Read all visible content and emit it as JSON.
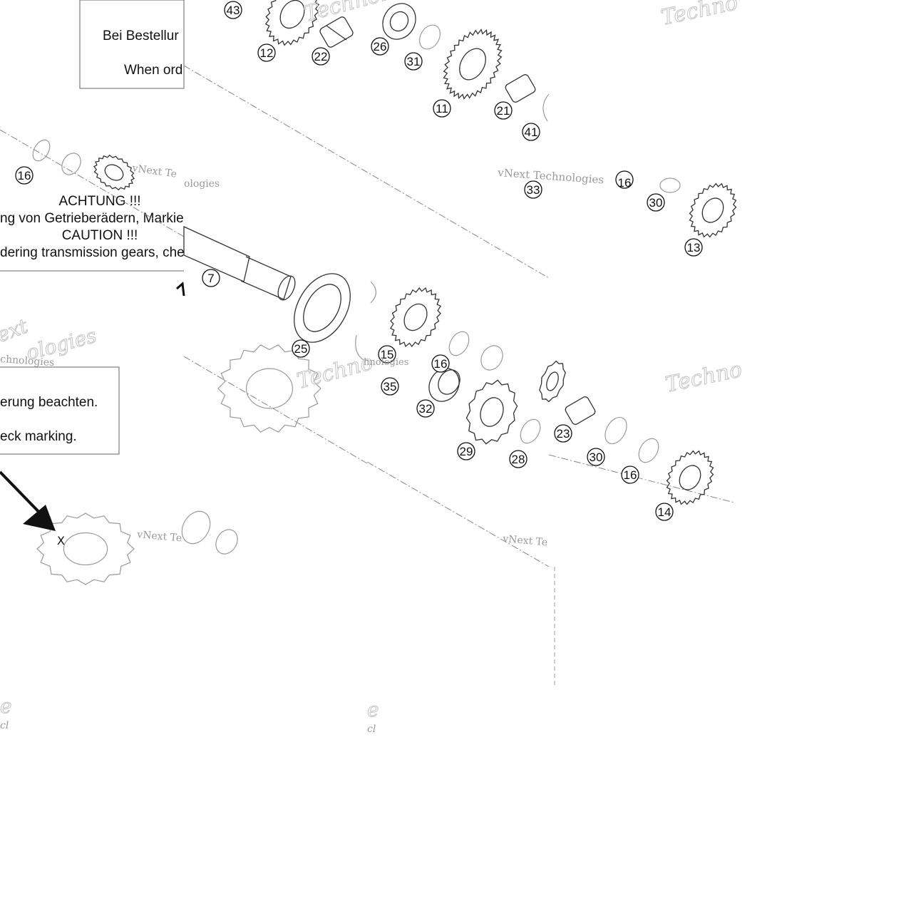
{
  "notices": {
    "order_box": {
      "line_de": "Bei Bestellur",
      "line_en": "When ord"
    },
    "caution_box": {
      "heading_de": "ACHTUNG !!!",
      "line_de": "ng von Getrieberädern, Markie",
      "heading_en": "CAUTION !!!",
      "line_en": "dering transmission gears, che"
    },
    "marking_box": {
      "line_de": "erung beachten.",
      "line_en": "eck marking."
    }
  },
  "watermarks": {
    "brand": "vNext Technologies",
    "fragments": {
      "techno": "Techno",
      "technolo": "Technolo",
      "vnext_te": "vNext Te",
      "vnext_tec": "vNext Tec",
      "vnext_tech": "vNext Technologies",
      "chnologies": "chnologies",
      "hnologies": "hnologies",
      "ologies": "ologies",
      "ext": "ext",
      "ologies_big": "ologies",
      "e_big": "e",
      "cl": "cl"
    }
  },
  "callouts": [
    "43",
    "12",
    "22",
    "26",
    "31",
    "11",
    "21",
    "41",
    "33",
    "16",
    "30",
    "13",
    "7",
    "25",
    "15",
    "16",
    "35",
    "32",
    "29",
    "28",
    "23",
    "30",
    "16",
    "14",
    "16"
  ],
  "callout_labels": {
    "c43": "43",
    "c12": "12",
    "c22": "22",
    "c26": "26",
    "c31": "31",
    "c11": "11",
    "c21": "21",
    "c41": "41",
    "c33": "33",
    "c16a": "16",
    "c30a": "30",
    "c13": "13",
    "c7": "7",
    "c25": "25",
    "c15": "15",
    "c16b": "16",
    "c35": "35",
    "c32": "32",
    "c29": "29",
    "c28": "28",
    "c23": "23",
    "c30b": "30",
    "c16c": "16",
    "c14": "14",
    "c16d": "16"
  },
  "marks": {
    "x_mark": "X"
  }
}
